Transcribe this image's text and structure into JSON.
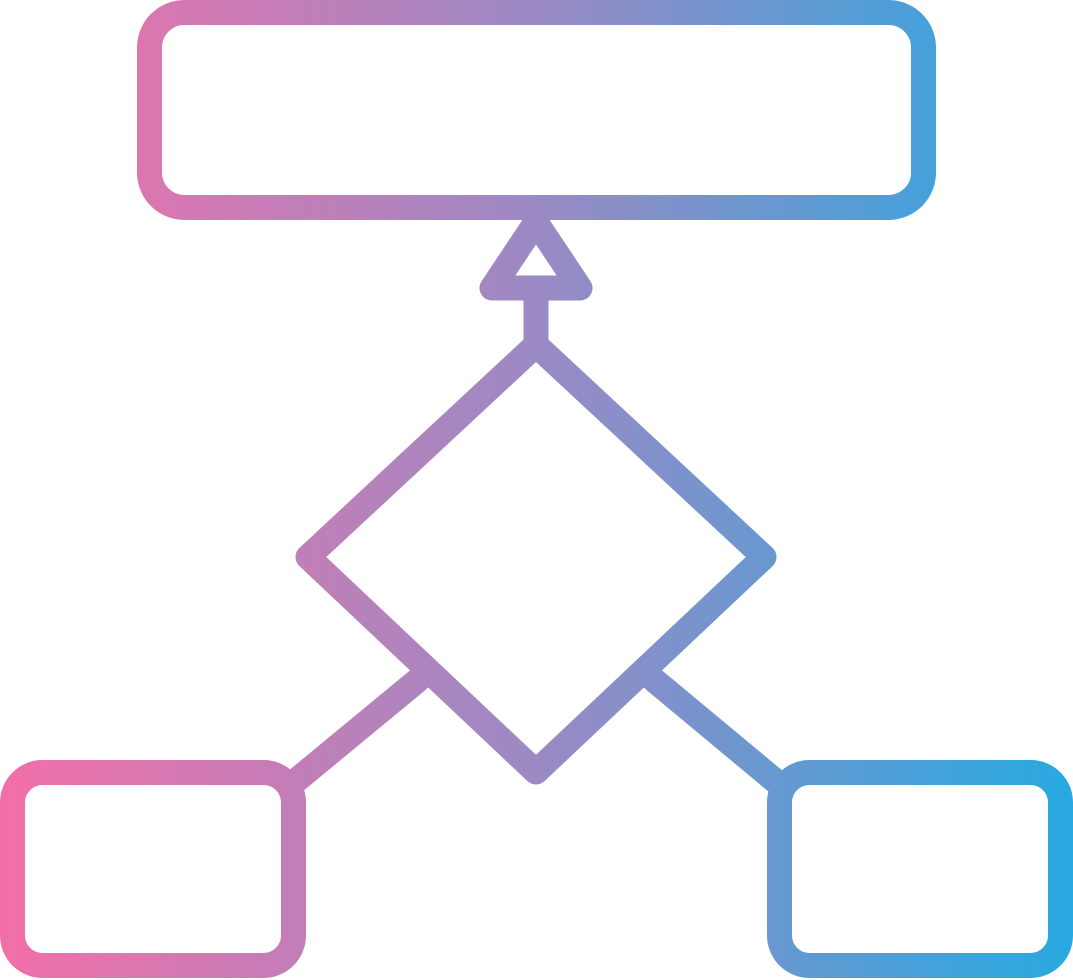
{
  "icon": {
    "name": "flowchart-icon",
    "style": "line-gradient",
    "gradient": {
      "start_color": "#f26fa8",
      "mid_color": "#9b8ac4",
      "end_color": "#27a9e1"
    },
    "background": "#ffffff",
    "shapes": [
      "top-process-box",
      "arrow-head",
      "decision-diamond",
      "left-output-box",
      "right-output-box"
    ]
  }
}
